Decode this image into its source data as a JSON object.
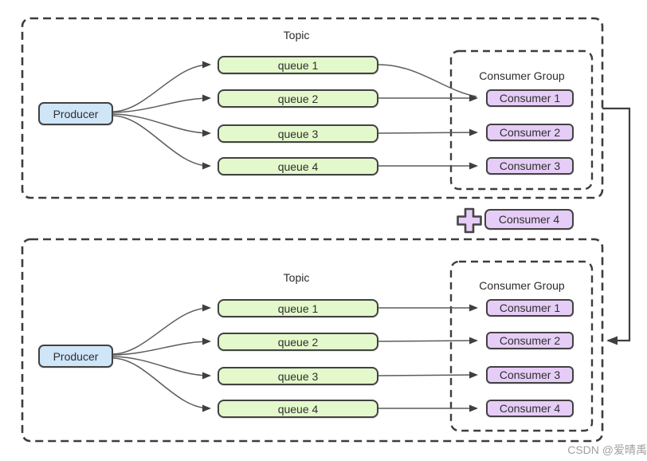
{
  "colors": {
    "producer_fill": "#cfe5f8",
    "queue_fill": "#e3f9cb",
    "consumer_fill": "#e6cdf7",
    "box_border": "#424242",
    "dashed_border": "#3d3d3d",
    "arrow_line": "#5c5c5c",
    "watermark_gray": "#a0a0a0"
  },
  "top_section": {
    "topic_label": "Topic",
    "producer_label": "Producer",
    "queues": [
      "queue 1",
      "queue 2",
      "queue 3",
      "queue 4"
    ],
    "consumer_group_label": "Consumer Group",
    "consumers": [
      "Consumer 1",
      "Consumer 2",
      "Consumer 3"
    ]
  },
  "middle": {
    "plus_icon": "plus-icon",
    "new_consumer_label": "Consumer 4"
  },
  "bottom_section": {
    "topic_label": "Topic",
    "producer_label": "Producer",
    "queues": [
      "queue 1",
      "queue 2",
      "queue 3",
      "queue 4"
    ],
    "consumer_group_label": "Consumer Group",
    "consumers": [
      "Consumer 1",
      "Consumer 2",
      "Consumer 3",
      "Consumer 4"
    ]
  },
  "watermark": {
    "text": "CSDN @爱晴禹"
  }
}
